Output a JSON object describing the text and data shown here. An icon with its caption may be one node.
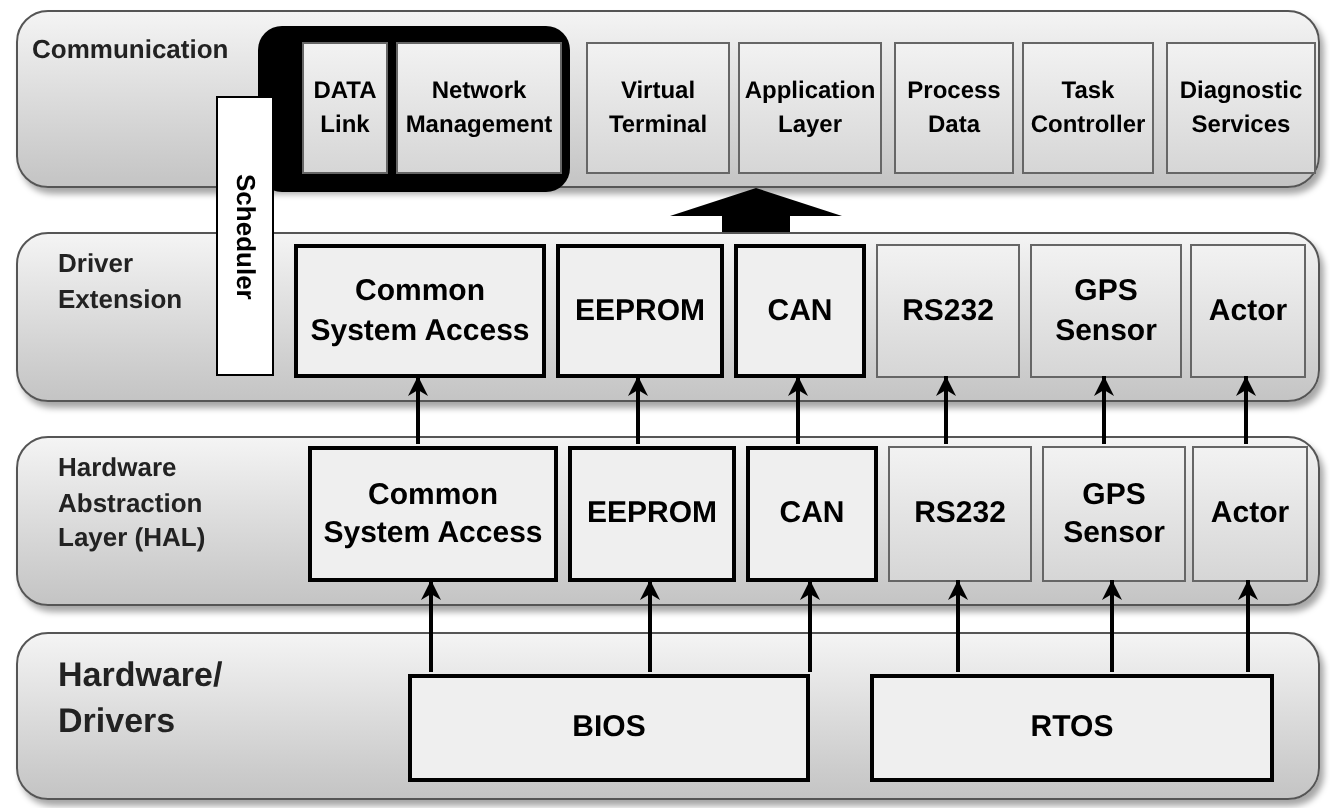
{
  "diagram": {
    "nodes": [
      {
        "text": [
          "Communication"
        ]
      },
      {
        "text": [],
        "shape": "box",
        "in": 0
      },
      {
        "text": [
          "DATA Link"
        ],
        "in": 1
      },
      {
        "text": [
          "Network Management"
        ],
        "in": 1
      },
      {
        "text": [
          "Virtual Terminal"
        ],
        "in": 0
      },
      {
        "text": [
          "Application Layer"
        ],
        "in": 0
      },
      {
        "text": [
          "Process Data"
        ],
        "in": 0
      },
      {
        "text": [
          "Task Controller"
        ],
        "in": 0
      },
      {
        "text": [
          "Diagnostic Services"
        ],
        "in": 0
      },
      {
        "text": [
          "Scheduler"
        ]
      },
      {
        "text": [
          "Driver Extension"
        ]
      },
      {
        "text": [
          "Common System Access"
        ],
        "in": 10
      },
      {
        "text": [
          "EEPROM"
        ],
        "in": 10
      },
      {
        "text": [
          "CAN"
        ],
        "in": 10
      },
      {
        "text": [
          "RS232"
        ],
        "in": 10
      },
      {
        "text": [
          "GPS Sensor"
        ],
        "in": 10
      },
      {
        "text": [
          "Actor"
        ],
        "in": 10
      },
      {
        "text": [
          "Hardware Abstraction Layer (HAL)"
        ]
      },
      {
        "text": [
          "Common System Access"
        ],
        "in": 17
      },
      {
        "text": [
          "EEPROM"
        ],
        "in": 17
      },
      {
        "text": [
          "CAN"
        ],
        "in": 17
      },
      {
        "text": [
          "RS232"
        ],
        "in": 17
      },
      {
        "text": [
          "GPS Sensor"
        ],
        "in": 17
      },
      {
        "text": [
          "Actor"
        ],
        "in": 17
      },
      {
        "text": [
          "Hardware/ Drivers"
        ]
      },
      {
        "text": [
          "BIOS"
        ],
        "in": 24
      },
      {
        "text": [
          "RTOS"
        ],
        "in": 24
      }
    ],
    "edges": [
      {
        "from": 25,
        "to": 18,
        "arrow": "to"
      },
      {
        "from": 25,
        "to": 19,
        "arrow": "to"
      },
      {
        "from": 25,
        "to": 20,
        "arrow": "to"
      },
      {
        "from": 26,
        "to": 21,
        "arrow": "to"
      },
      {
        "from": 26,
        "to": 22,
        "arrow": "to"
      },
      {
        "from": 26,
        "to": 23,
        "arrow": "to"
      },
      {
        "from": 18,
        "to": 11,
        "arrow": "to"
      },
      {
        "from": 19,
        "to": 12,
        "arrow": "to"
      },
      {
        "from": 20,
        "to": 13,
        "arrow": "to"
      },
      {
        "from": 21,
        "to": 14,
        "arrow": "to"
      },
      {
        "from": 22,
        "to": 15,
        "arrow": "to"
      },
      {
        "from": 23,
        "to": 16,
        "arrow": "to"
      },
      {
        "from": 10,
        "to": 0,
        "arrow": "to",
        "style": "thick"
      }
    ]
  }
}
